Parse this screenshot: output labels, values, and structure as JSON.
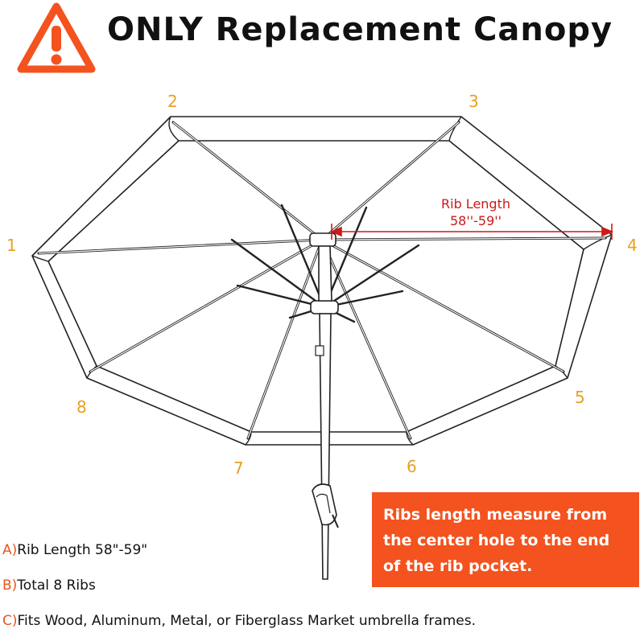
{
  "title": "ONLY Replacement Canopy",
  "icons": {
    "warning": "warning-triangle-icon"
  },
  "colors": {
    "accent": "#f4521e",
    "number": "#e8a020",
    "dimension": "#cc1a1a"
  },
  "rib_numbers": [
    "1",
    "2",
    "3",
    "4",
    "5",
    "6",
    "7",
    "8"
  ],
  "dimension": {
    "line1": "Rib Length",
    "line2": "58''-59''"
  },
  "note": "Ribs length measure from the center hole to the end of the rib pocket.",
  "specs": [
    {
      "letter": "A)",
      "text": "Rib Length 58\"-59\""
    },
    {
      "letter": "B)",
      "text": "Total 8 Ribs"
    },
    {
      "letter": "C)",
      "text": "Fits Wood, Aluminum, Metal, or Fiberglass Market umbrella frames."
    }
  ]
}
